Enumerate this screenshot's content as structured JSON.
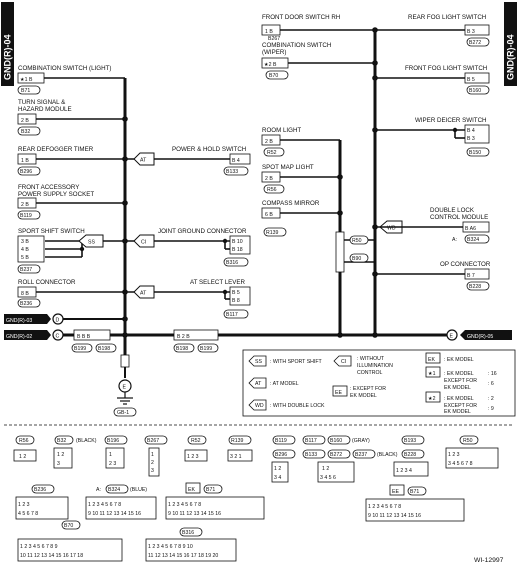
{
  "tabs": {
    "left": "GND(R)-04",
    "right": "GND(R)-04"
  },
  "markers": {
    "at": "AT",
    "ss": "SS",
    "ci": "CI",
    "wd": "WD",
    "ee": "EE",
    "ek": "EK",
    "star1": "★1",
    "star2": "★2"
  },
  "left": {
    "comb_light": {
      "name": "COMBINATION SWITCH (LIGHT)",
      "pins": "★1 B",
      "code": "B71"
    },
    "turn": {
      "name1": "TURN SIGNAL &",
      "name2": "HAZARD MODULE",
      "pins": "2 B",
      "code": "B32"
    },
    "defog": {
      "name": "REAR DEFOGGER TIMER",
      "pins": "1 B",
      "code": "B296"
    },
    "socket": {
      "name1": "FRONT ACCESSORY",
      "name2": "POWER SUPPLY SOCKET",
      "pins": "2 B",
      "code": "B119"
    },
    "sport": {
      "name": "SPORT SHIFT SWITCH",
      "row1": "3 B",
      "row2": "4 B",
      "row3": "5 B",
      "code": "B237"
    },
    "roll": {
      "name": "ROLL CONNECTOR",
      "pins": "8 B",
      "code": "B236"
    }
  },
  "center": {
    "power": {
      "name": "POWER & HOLD SWITCH",
      "pins": "B 4",
      "code": "B133"
    },
    "joint": {
      "name": "JOINT GROUND CONNECTOR",
      "row1": "B 10",
      "row2": "B 18",
      "code": "B316"
    },
    "atsel": {
      "name": "AT SELECT LEVER",
      "row1": "B 5",
      "row2": "B 8",
      "code": "B117"
    }
  },
  "gnd": {
    "r03": "GND(R)-03",
    "r02": "GND(R)-02",
    "r05": "GND(R)-05",
    "d": "D",
    "c": "C",
    "e": "E",
    "ground_letter": "E",
    "ground_code": "GB-1"
  },
  "bus": {
    "left": {
      "pins": "B B B",
      "code1": "B199",
      "code2": "B198"
    },
    "right": {
      "pins": "B 2 B",
      "code1": "B198",
      "code2": "B199"
    }
  },
  "right": {
    "door": {
      "name": "FRONT DOOR SWITCH RH",
      "pins": "1 B",
      "code": "B267"
    },
    "wiper": {
      "name1": "COMBINATION SWITCH",
      "name2": "(WIPER)",
      "pins": "★2 B",
      "code": "B70"
    },
    "room": {
      "name": "ROOM LIGHT",
      "pins": "2 B",
      "code": "R52"
    },
    "spot": {
      "name": "SPOT MAP LIGHT",
      "pins": "2 B",
      "code": "R56"
    },
    "compass": {
      "name": "COMPASS MIRROR",
      "pins": "6 B",
      "code": "R139"
    },
    "joint": {
      "code1": "R50",
      "code2": "B90"
    },
    "rearfog": {
      "name": "REAR FOG LIGHT SWITCH",
      "pins": "B 3",
      "code": "B272"
    },
    "frontfog": {
      "name": "FRONT FOG LIGHT SWITCH",
      "pins": "B 5",
      "code": "B160"
    },
    "deicer": {
      "name": "WIPER DEICER SWITCH",
      "row1": "B 4",
      "row2": "B 3",
      "code": "B150"
    },
    "dlock": {
      "name1": "DOUBLE LOCK",
      "name2": "CONTROL MODULE",
      "pins": "B A6",
      "prefix": "A:",
      "code": "B324"
    },
    "op": {
      "name": "OP CONNECTOR",
      "pins": "B 7",
      "code": "B228"
    }
  },
  "legend": {
    "ss": ": WITH SPORT SHIFT",
    "at": ": AT MODEL",
    "wd": ": WITH DOUBLE LOCK",
    "ci1": ": WITHOUT",
    "ci2": "ILLUMINATION",
    "ci3": "CONTROL",
    "ee1": ": EXCEPT FOR",
    "ee2": "EK MODEL",
    "ek": ": EK MODEL",
    "star1_model": ": EK MODEL",
    "star1_val": ": 16",
    "except1a": "EXCEPT FOR",
    "except1b": "EK MODEL",
    "except1_val": ": 6",
    "star2_model": ": EK MODEL",
    "star2_val": ": 2",
    "except2a": "EXCEPT FOR",
    "except2b": "EK MODEL",
    "except2_val": ": 9"
  },
  "faces": {
    "r1": {
      "a": "R56",
      "b": "B32",
      "b_color": "(BLACK)",
      "c": "B196",
      "d": "B267",
      "e": "R52",
      "f": "R139",
      "g": "B119",
      "h": "B296",
      "i": "B117",
      "j": "B160",
      "j_color": "(GRAY)",
      "k": "B133",
      "l": "B272",
      "m": "B237",
      "m_color": "(BLACK)",
      "n": "B193",
      "o": "B228",
      "p": "R50"
    },
    "f": {
      "a": "1 2",
      "b1": "1 2",
      "b2": "3",
      "c1": "1",
      "c2": "2 3",
      "d1": "1",
      "d2": "2",
      "d3": "3",
      "e": "1 2 3",
      "f": "3 2 1",
      "g1": "1 2",
      "g2": "3 4",
      "h1": "1 2",
      "h2": "3 4 5 6",
      "i": "1 2 3 4",
      "j1": "1 2 3",
      "j2": "3 4 5 6 7 8",
      "k1": "1 2 3",
      "k2": "4 5 6 7 8",
      "l1": "1 2 3 4 5 6 7 8",
      "l2": "9 10 11 12 13 14 15 16",
      "m1": "1 2 3 4 5 6 7 8",
      "m2": "9 10 11 12 13 14 15 16",
      "n1": "1 2 3 4 5 6 7 8",
      "n2": "9 10 11 12 13 14 15 16",
      "o1": "1 2 3 4 5 6 7 8 9",
      "o2": "10 11 12 13 14 15 16 17 18",
      "p1": "1 2 3 4 5 6 7 8 9 10",
      "p2": "11 12 13 14 15 16 17 18 19 20"
    },
    "r2": {
      "a": "B236",
      "b_prefix": "A:",
      "b": "B324",
      "b_color": "(BLUE)",
      "c": "B71",
      "d": "B71"
    },
    "r3": {
      "a": "B70",
      "b": "B316"
    }
  },
  "footer": {
    "id": "WI-12997"
  }
}
